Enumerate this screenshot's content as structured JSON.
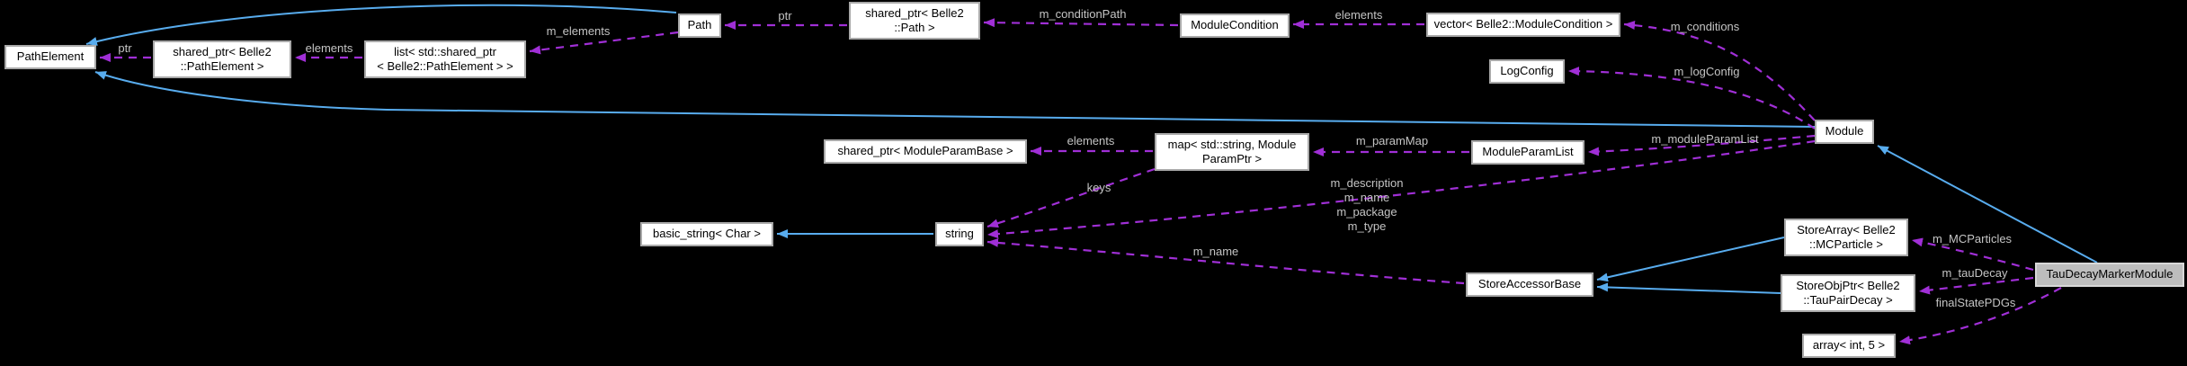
{
  "diagram": {
    "type": "doxygen-collaboration-graph",
    "highlighted_node": "TauDecayMarkerModule",
    "colors": {
      "background": "#000000",
      "inheritance_edge": "#58acee",
      "usage_edge": "#a02fd6",
      "node_fill": "#ffffff",
      "node_border": "#a9a9a9",
      "highlight_fill": "#bdbdbd",
      "edge_label": "#c4c4c4"
    },
    "nodes": {
      "pathelement": {
        "label": "PathElement"
      },
      "shared_ptr_pathelement": {
        "line1": "shared_ptr< Belle2",
        "line2": "::PathElement >"
      },
      "list_shared_ptr": {
        "line1": "list< std::shared_ptr",
        "line2": "< Belle2::PathElement > >"
      },
      "path": {
        "label": "Path"
      },
      "shared_ptr_path": {
        "line1": "shared_ptr< Belle2",
        "line2": "::Path >"
      },
      "module_condition": {
        "label": "ModuleCondition"
      },
      "vector_module_condition": {
        "label": "vector< Belle2::ModuleCondition >"
      },
      "log_config": {
        "label": "LogConfig"
      },
      "module": {
        "label": "Module"
      },
      "shared_ptr_module_param_base": {
        "label": "shared_ptr< ModuleParamBase >"
      },
      "map_module_param": {
        "line1": "map< std::string, Module",
        "line2": "ParamPtr >"
      },
      "module_param_list": {
        "label": "ModuleParamList"
      },
      "basic_string": {
        "label": "basic_string< Char >"
      },
      "string": {
        "label": "string"
      },
      "store_accessor_base": {
        "label": "StoreAccessorBase"
      },
      "store_array": {
        "line1": "StoreArray< Belle2",
        "line2": "::MCParticle >"
      },
      "store_obj_ptr": {
        "line1": "StoreObjPtr< Belle2",
        "line2": "::TauPairDecay >"
      },
      "array_int_5": {
        "label": "array< int, 5 >"
      },
      "tau_decay_marker_module": {
        "label": "TauDecayMarkerModule"
      }
    },
    "edge_labels": {
      "ptr_pathelement": "ptr",
      "elements_pathelement": "elements",
      "m_elements": "m_elements",
      "ptr_path": "ptr",
      "m_conditionPath": "m_conditionPath",
      "elements_condition": "elements",
      "m_conditions": "m_conditions",
      "m_logConfig": "m_logConfig",
      "m_moduleParamList": "m_moduleParamList",
      "m_paramMap": "m_paramMap",
      "elements_param": "elements",
      "keys": "keys",
      "module_string_fields": [
        "m_description",
        "m_name",
        "m_package",
        "m_type"
      ],
      "m_name_accessor": "m_name",
      "m_MCParticles": "m_MCParticles",
      "m_tauDecay": "m_tauDecay",
      "finalStatePDGs": "finalStatePDGs"
    }
  }
}
